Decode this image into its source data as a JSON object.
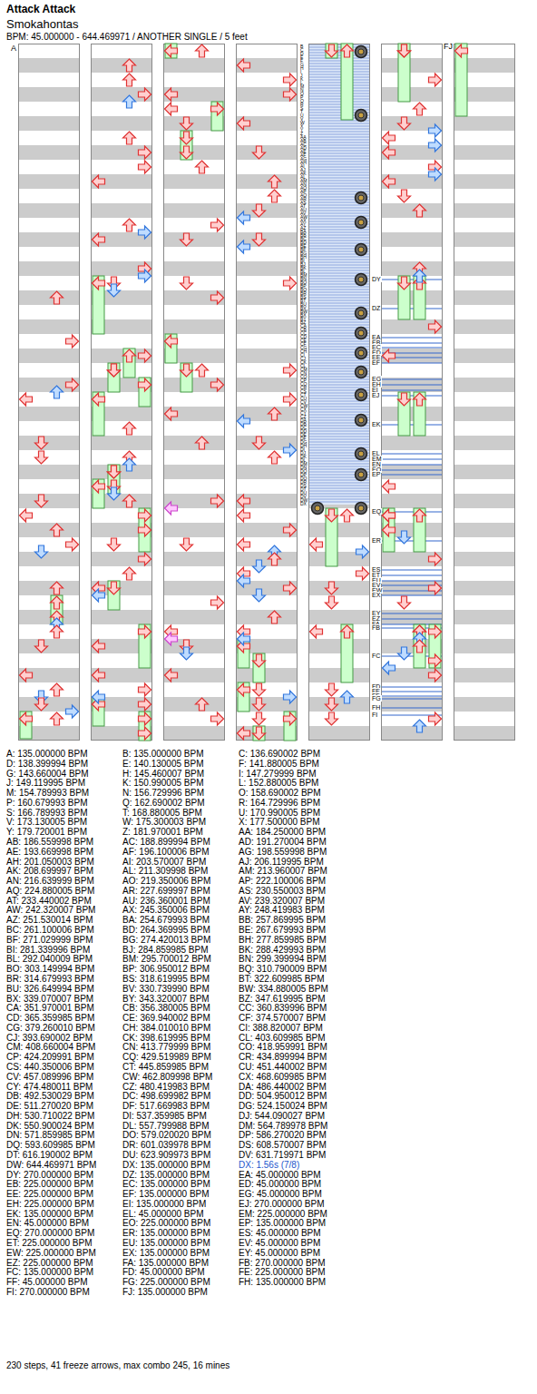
{
  "diagram": {
    "title": "Attack Attack",
    "labels": [
      "Smokahontas",
      "BPM: 45.000000 - 644.469971 / ANOTHER SINGLE / 5 feet",
      "A",
      "FJ",
      "B",
      "C",
      "D",
      "E",
      "F",
      "G",
      "H",
      "I",
      "J",
      "K",
      "L",
      "M",
      "N",
      "O",
      "P",
      "Q",
      "R",
      "S",
      "T",
      "U",
      "V",
      "W",
      "X",
      "Y",
      "Z",
      "AA",
      "AB",
      "AC",
      "AD",
      "AE",
      "AF",
      "AG",
      "AH",
      "AI",
      "AJ",
      "AK",
      "AL",
      "AM",
      "AN",
      "AO",
      "AP",
      "AQ",
      "AR",
      "AS",
      "AT",
      "AU",
      "AV",
      "AW",
      "AX",
      "AY",
      "AZ",
      "BA",
      "BB",
      "BC",
      "BD",
      "BE",
      "BF",
      "BG",
      "BH",
      "BI",
      "BJ",
      "BK",
      "BL",
      "BM",
      "BN",
      "BO",
      "BP",
      "BQ",
      "BR",
      "BS",
      "BT",
      "BU",
      "BV",
      "BW",
      "BX",
      "BY",
      "BZ",
      "CA",
      "CB",
      "CC",
      "CD",
      "CE",
      "CF",
      "CG",
      "CH",
      "CI",
      "CJ",
      "CK",
      "CL",
      "CM",
      "CN",
      "CO",
      "CP",
      "CQ",
      "CR",
      "CS",
      "CT",
      "CU",
      "CV",
      "CW",
      "CX",
      "CY",
      "CZ",
      "DA",
      "DB",
      "DC",
      "DD",
      "DE",
      "DF",
      "DG",
      "DH",
      "DI",
      "DJ",
      "DK",
      "DL",
      "DM",
      "DN",
      "DO",
      "DP",
      "DQ",
      "DR",
      "DS",
      "DT",
      "DU",
      "DV",
      "DW",
      "DX",
      "DY",
      "DZ",
      "EA",
      "EB",
      "EC",
      "ED",
      "EE",
      "EF",
      "EG",
      "EH",
      "EI",
      "EJ",
      "EK",
      "EL",
      "EM",
      "EN",
      "EO",
      "EP",
      "EQ",
      "ER",
      "ES",
      "ET",
      "EU",
      "EV",
      "EW",
      "EX",
      "EY",
      "EZ",
      "FA",
      "FB",
      "FC",
      "FD",
      "FE",
      "FF",
      "FG",
      "FH",
      "FI",
      "A: 135.000000 BPM",
      "B: 135.000000 BPM",
      "C: 136.690002 BPM",
      "D: 138.399994 BPM",
      "E: 140.130005 BPM",
      "F: 141.880005 BPM",
      "G: 143.660004 BPM",
      "H: 145.460007 BPM",
      "I: 147.279999 BPM",
      "J: 149.119995 BPM",
      "K: 150.990005 BPM",
      "L: 152.880005 BPM",
      "M: 154.789993 BPM",
      "N: 156.729996 BPM",
      "O: 158.690002 BPM",
      "P: 160.679993 BPM",
      "Q: 162.690002 BPM",
      "R: 164.729996 BPM",
      "S: 166.789993 BPM",
      "T: 168.880005 BPM",
      "U: 170.990005 BPM",
      "V: 173.130005 BPM",
      "W: 175.300003 BPM",
      "X: 177.500000 BPM",
      "Y: 179.720001 BPM",
      "Z: 181.970001 BPM",
      "AA: 184.250000 BPM",
      "AB: 186.559998 BPM",
      "AC: 188.899994 BPM",
      "AD: 191.270004 BPM",
      "AE: 193.669998 BPM",
      "AF: 196.100006 BPM",
      "AG: 198.559998 BPM",
      "AH: 201.050003 BPM",
      "AI: 203.570007 BPM",
      "AJ: 206.119995 BPM",
      "AK: 208.699997 BPM",
      "AL: 211.309998 BPM",
      "AM: 213.960007 BPM",
      "AN: 216.639999 BPM",
      "AO: 219.350006 BPM",
      "AP: 222.100006 BPM",
      "AQ: 224.880005 BPM",
      "AR: 227.699997 BPM",
      "AS: 230.550003 BPM",
      "AT: 233.440002 BPM",
      "AU: 236.360001 BPM",
      "AV: 239.320007 BPM",
      "AW: 242.320007 BPM",
      "AX: 245.350006 BPM",
      "AY: 248.419983 BPM",
      "AZ: 251.530014 BPM",
      "BA: 254.679993 BPM",
      "BB: 257.869995 BPM",
      "BC: 261.100006 BPM",
      "BD: 264.369995 BPM",
      "BE: 267.679993 BPM",
      "BF: 271.029999 BPM",
      "BG: 274.420013 BPM",
      "BH: 277.859985 BPM",
      "BI: 281.339996 BPM",
      "BJ: 284.859985 BPM",
      "BK: 288.429993 BPM",
      "BL: 292.040009 BPM",
      "BM: 295.700012 BPM",
      "BN: 299.399994 BPM",
      "BO: 303.149994 BPM",
      "BP: 306.950012 BPM",
      "BQ: 310.790009 BPM",
      "BR: 314.679993 BPM",
      "BS: 318.619995 BPM",
      "BT: 322.609985 BPM",
      "BU: 326.649994 BPM",
      "BV: 330.739990 BPM",
      "BW: 334.880005 BPM",
      "BX: 339.070007 BPM",
      "BY: 343.320007 BPM",
      "BZ: 347.619995 BPM",
      "CA: 351.970001 BPM",
      "CB: 356.380005 BPM",
      "CC: 360.839996 BPM",
      "CD: 365.359985 BPM",
      "CE: 369.940002 BPM",
      "CF: 374.570007 BPM",
      "CG: 379.260010 BPM",
      "CH: 384.010010 BPM",
      "CI: 388.820007 BPM",
      "CJ: 393.690002 BPM",
      "CK: 398.619995 BPM",
      "CL: 403.609985 BPM",
      "CM: 408.660004 BPM",
      "CN: 413.779999 BPM",
      "CO: 418.959991 BPM",
      "CP: 424.209991 BPM",
      "CQ: 429.519989 BPM",
      "CR: 434.899994 BPM",
      "CS: 440.350006 BPM",
      "CT: 445.859985 BPM",
      "CU: 451.440002 BPM",
      "CV: 457.089996 BPM",
      "CW: 462.809998 BPM",
      "CX: 468.609985 BPM",
      "CY: 474.480011 BPM",
      "CZ: 480.419983 BPM",
      "DA: 486.440002 BPM",
      "DB: 492.530029 BPM",
      "DC: 498.699982 BPM",
      "DD: 504.950012 BPM",
      "DE: 511.270020 BPM",
      "DF: 517.669983 BPM",
      "DG: 524.150024 BPM",
      "DH: 530.710022 BPM",
      "DI: 537.359985 BPM",
      "DJ: 544.090027 BPM",
      "DK: 550.900024 BPM",
      "DL: 557.799988 BPM",
      "DM: 564.789978 BPM",
      "DN: 571.859985 BPM",
      "DO: 579.020020 BPM",
      "DP: 586.270020 BPM",
      "DQ: 593.609985 BPM",
      "DR: 601.039978 BPM",
      "DS: 608.570007 BPM",
      "DT: 616.190002 BPM",
      "DU: 623.909973 BPM",
      "DV: 631.719971 BPM",
      "DW: 644.469971 BPM",
      "DX: 135.000000 BPM",
      "DX: 1.56s (7/8)",
      "DY: 270.000000 BPM",
      "DZ: 135.000000 BPM",
      "EA: 45.000000 BPM",
      "EB: 225.000000 BPM",
      "EC: 135.000000 BPM",
      "ED: 45.000000 BPM",
      "EE: 225.000000 BPM",
      "EF: 135.000000 BPM",
      "EG: 45.000000 BPM",
      "EH: 225.000000 BPM",
      "EI: 135.000000 BPM",
      "EJ: 270.000000 BPM",
      "EK: 135.000000 BPM",
      "EL: 45.000000 BPM",
      "EM: 225.000000 BPM",
      "EN: 45.000000 BPM",
      "EO: 225.000000 BPM",
      "EP: 135.000000 BPM",
      "EQ: 270.000000 BPM",
      "ER: 135.000000 BPM",
      "ES: 45.000000 BPM",
      "ET: 225.000000 BPM",
      "EU: 135.000000 BPM",
      "EV: 45.000000 BPM",
      "EW: 225.000000 BPM",
      "EX: 135.000000 BPM",
      "EY: 45.000000 BPM",
      "EZ: 225.000000 BPM",
      "FA: 135.000000 BPM",
      "FB: 270.000000 BPM",
      "FC: 135.000000 BPM",
      "FD: 45.000000 BPM",
      "FE: 225.000000 BPM",
      "FF: 45.000000 BPM",
      "FG: 225.000000 BPM",
      "FH: 135.000000 BPM",
      "FI: 270.000000 BPM",
      "FJ: 135.000000 BPM",
      "230 steps, 41 freeze arrows, max combo 245, 16 mines"
    ]
  }
}
